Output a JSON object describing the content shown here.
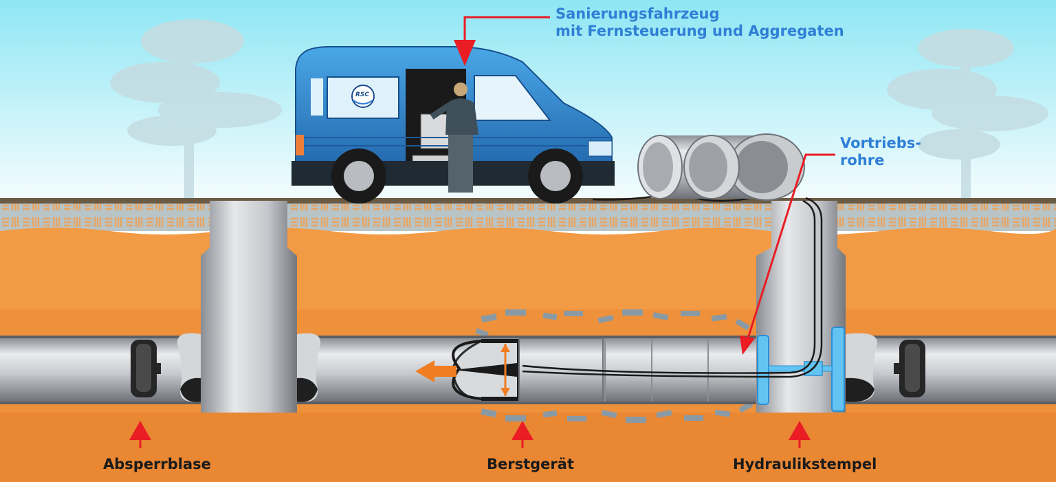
{
  "labels": {
    "vehicle_line1": "Sanierungsfahrzeug",
    "vehicle_line2": "mit Fernsteuerung und Aggregaten",
    "pipes_line1": "Vortriebs-",
    "pipes_line2": "rohre",
    "plug": "Absperrblase",
    "burster": "Berstgerät",
    "ram": "Hydraulikstempel"
  },
  "van_logo": "RSC",
  "colors": {
    "sky_top": "#8fe6f4",
    "sky_bottom": "#f4fdfe",
    "soil": "#f39a45",
    "soil_dark": "#e98733",
    "van_blue": "#2f86cf",
    "pointer_red": "#ea1c24",
    "label_blue": "#2f7fd6",
    "thrust_orange": "#f07d22",
    "pipe_gray": "#c9cccf"
  }
}
